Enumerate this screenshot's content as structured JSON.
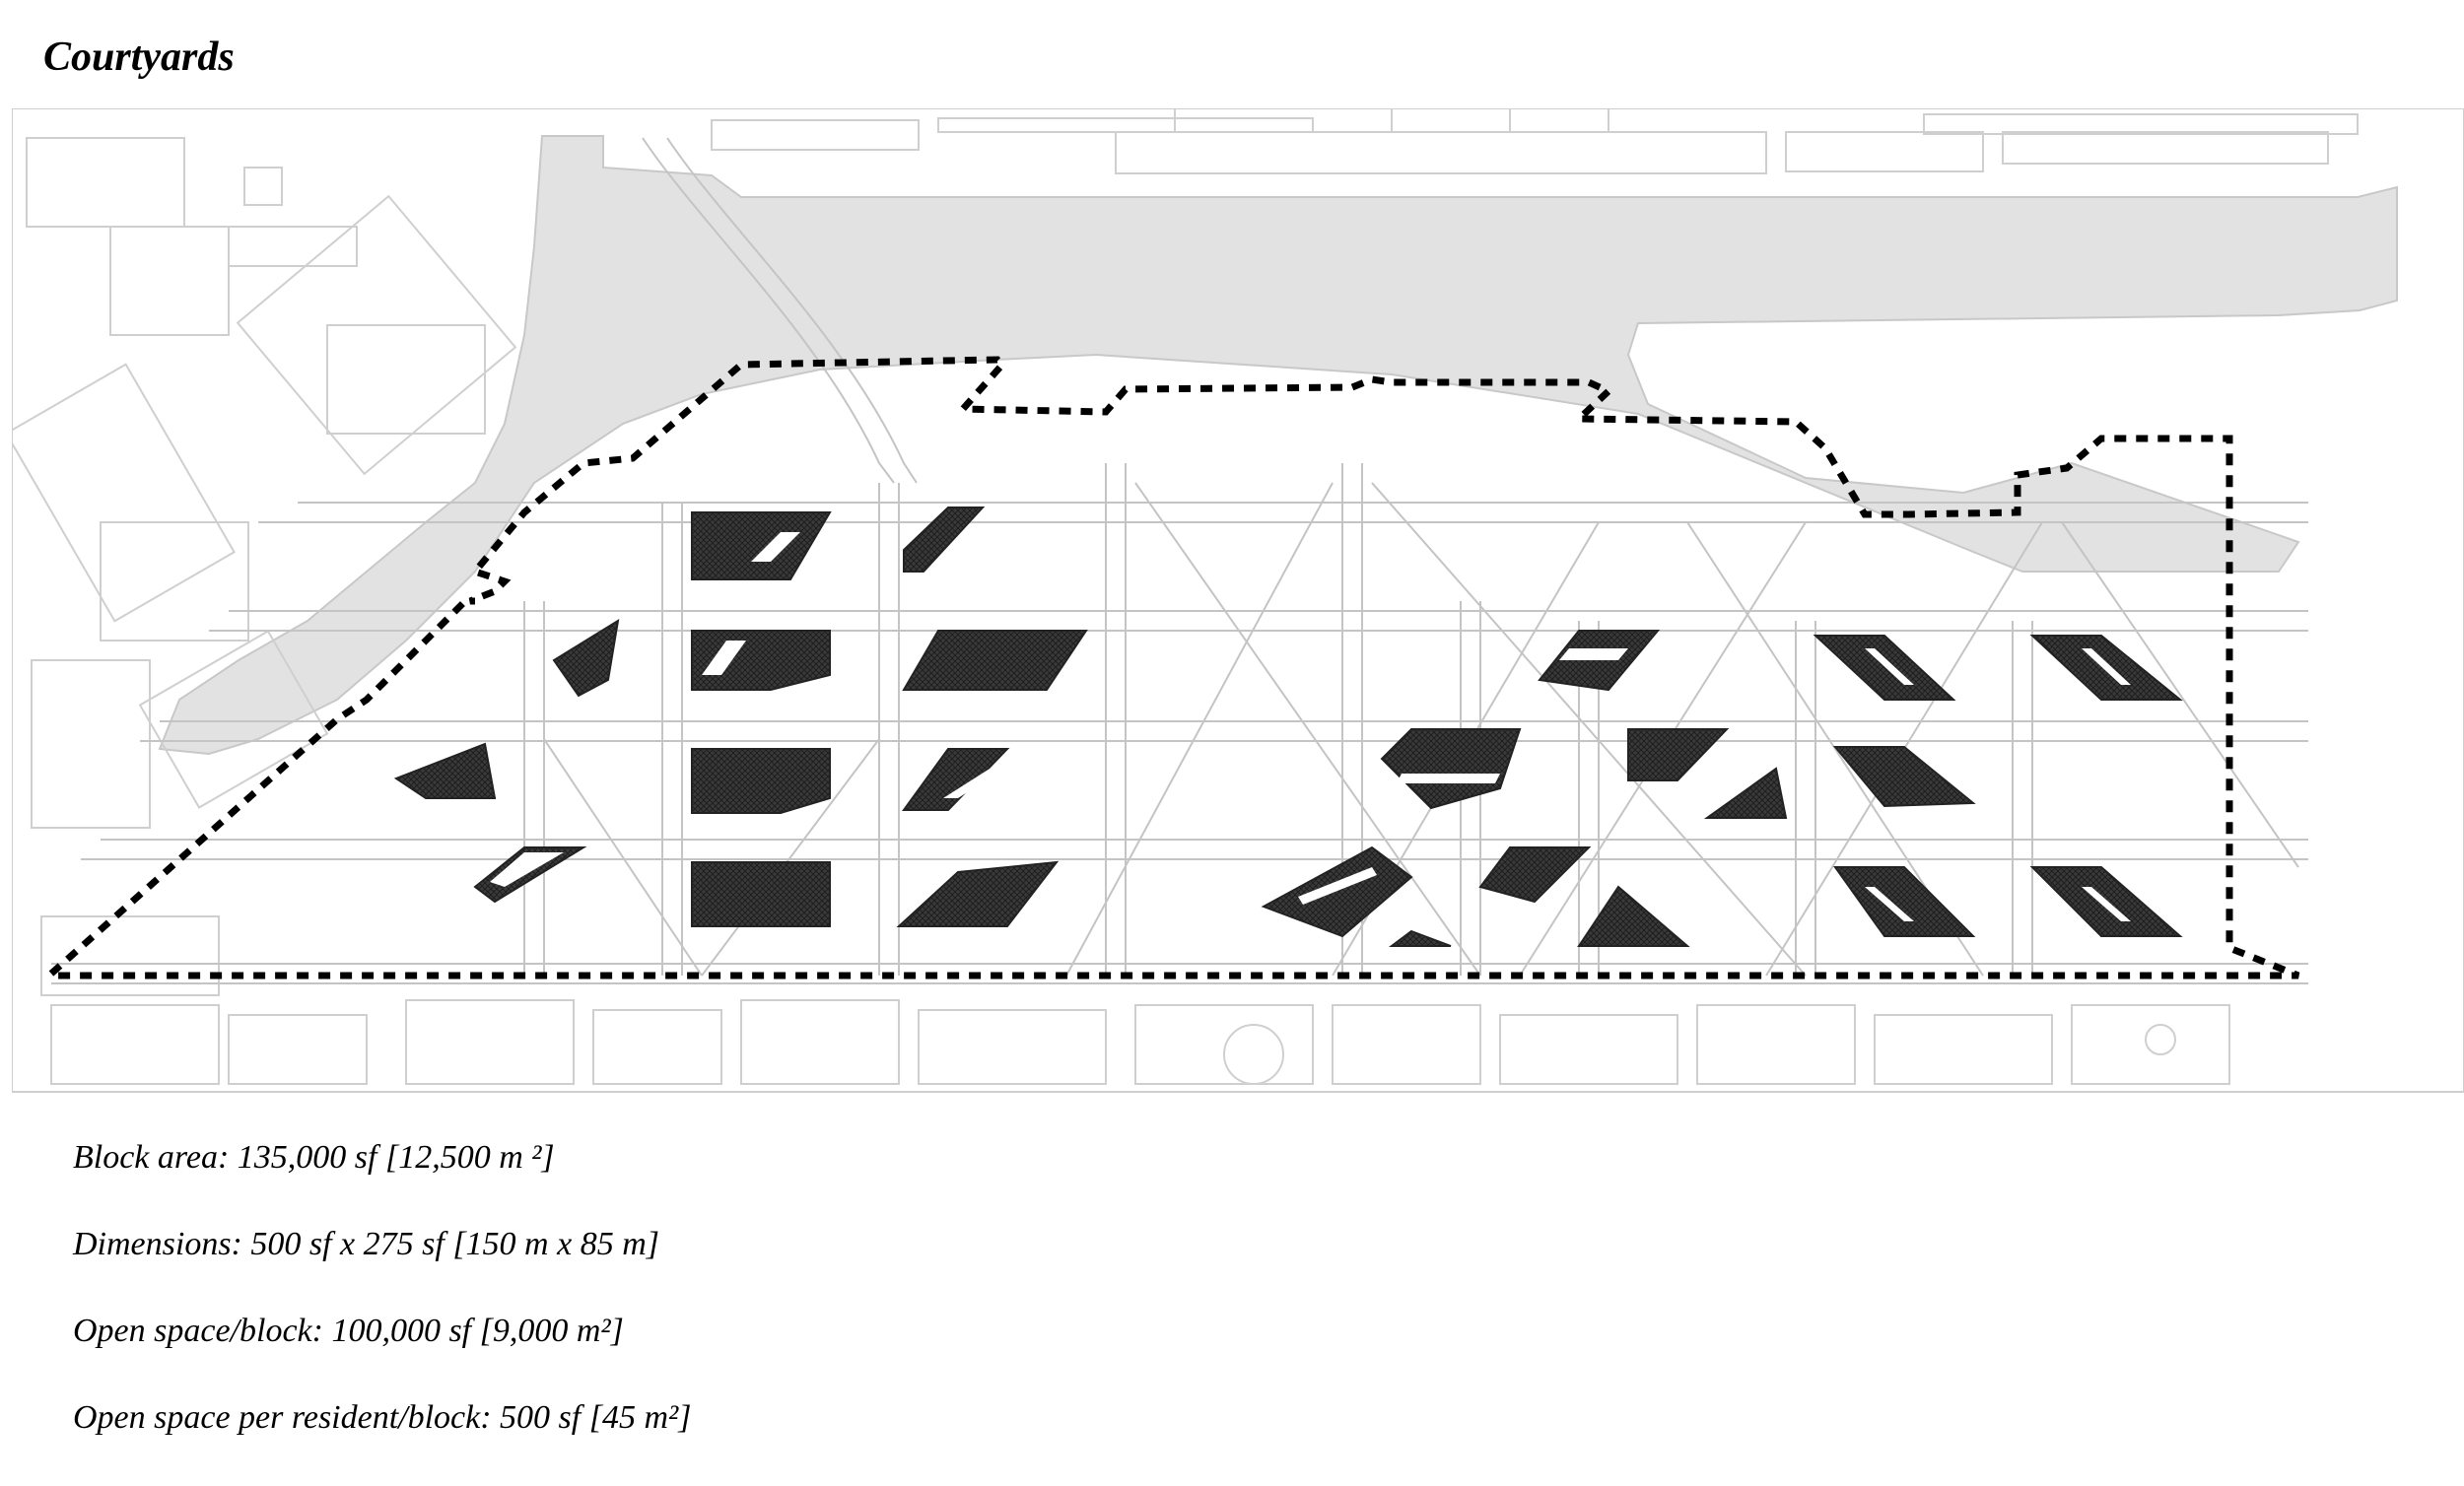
{
  "title": "Courtyards",
  "captions": [
    "Block area: 135,000 sf [12,500 m  ²]",
    "Dimensions: 500 sf x 275 sf [150 m x 85 m]",
    "Open space/block: 100,000 sf [9,000 m²]",
    "Open space per resident/block: 500 sf [45 m²]"
  ],
  "colors": {
    "water": "#e2e2e2",
    "context_lines": "#cfcfcf",
    "street_lines": "#c4c4c4",
    "building_fill": "#3a3a3a",
    "boundary": "#000000"
  }
}
